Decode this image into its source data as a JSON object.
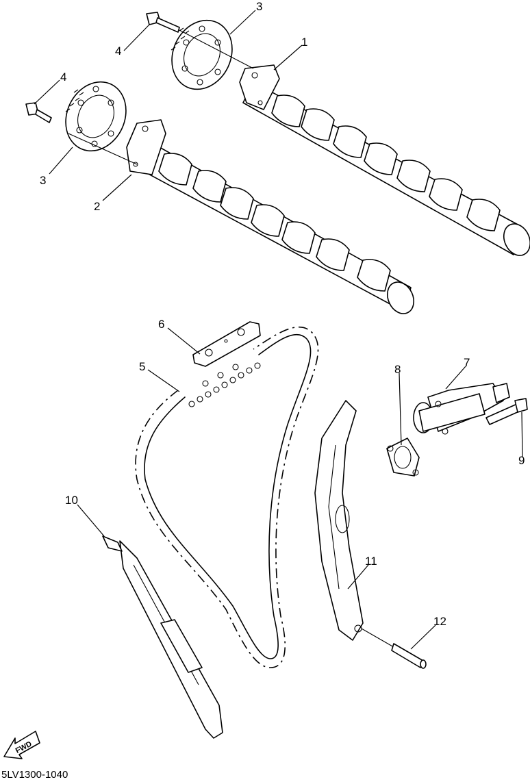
{
  "diagram_code": "5LV1300-1040",
  "fwd_label": "FWD",
  "callouts": {
    "c1": "1",
    "c2": "2",
    "c3a": "3",
    "c3b": "3",
    "c4a": "4",
    "c4b": "4",
    "c5": "5",
    "c6": "6",
    "c7": "7",
    "c8": "8",
    "c9": "9",
    "c10": "10",
    "c11": "11",
    "c12": "12"
  }
}
